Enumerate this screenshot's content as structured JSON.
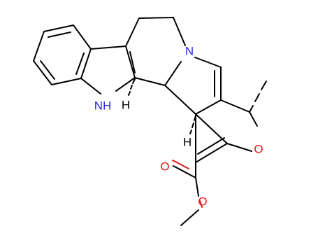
{
  "molecule": {
    "atom_labels": {
      "nh": "NH",
      "n": "N",
      "h_upper": "H",
      "h_lower": "H",
      "o_ring": "O",
      "o_carbonyl": "O",
      "o_ester": "O"
    }
  },
  "colors": {
    "bond": "#000000",
    "nitrogen": "#2b2bd6",
    "oxygen": "#e01818",
    "hydrogen": "#000000",
    "background": "#ffffff"
  }
}
